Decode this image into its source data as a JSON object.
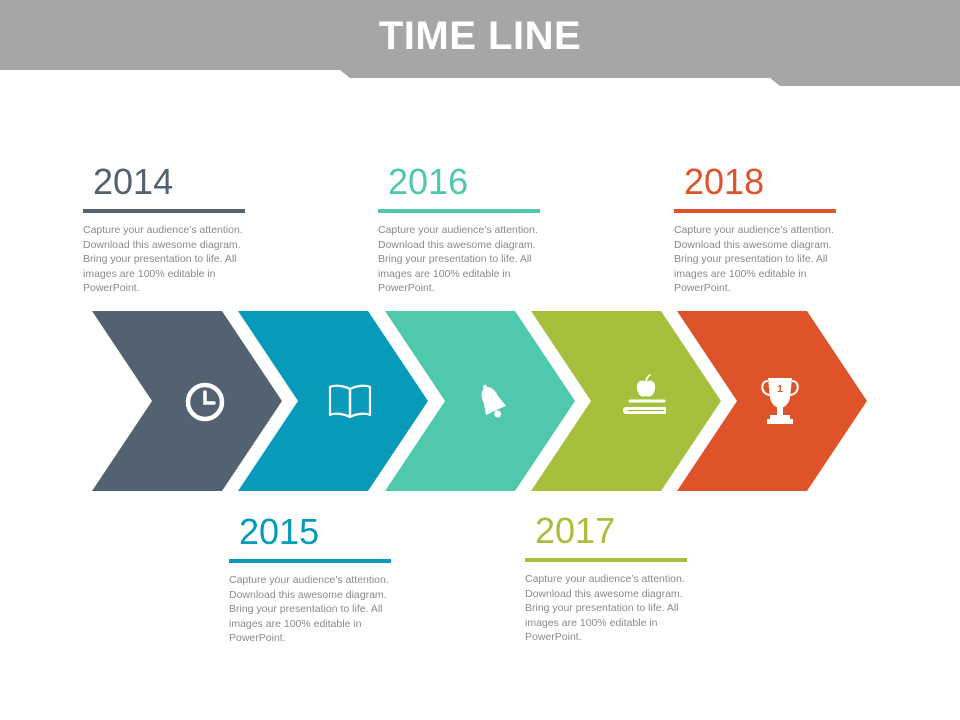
{
  "header": {
    "title": "TIME LINE",
    "band_color": "#a6a6a6"
  },
  "description_text": "Capture your audience’s attention.\nDownload this  awesome diagram.\nBring your presentation to life. All\nimages are 100% editable in\nPowerPoint.",
  "milestones": [
    {
      "year": "2014",
      "color": "#536270",
      "icon": "clock-icon"
    },
    {
      "year": "2015",
      "color": "#079ab9",
      "icon": "book-icon"
    },
    {
      "year": "2016",
      "color": "#4fc8ad",
      "icon": "bell-icon"
    },
    {
      "year": "2017",
      "color": "#a6c03d",
      "icon": "apple-on-book-icon"
    },
    {
      "year": "2018",
      "color": "#df532a",
      "icon": "trophy-icon"
    }
  ]
}
